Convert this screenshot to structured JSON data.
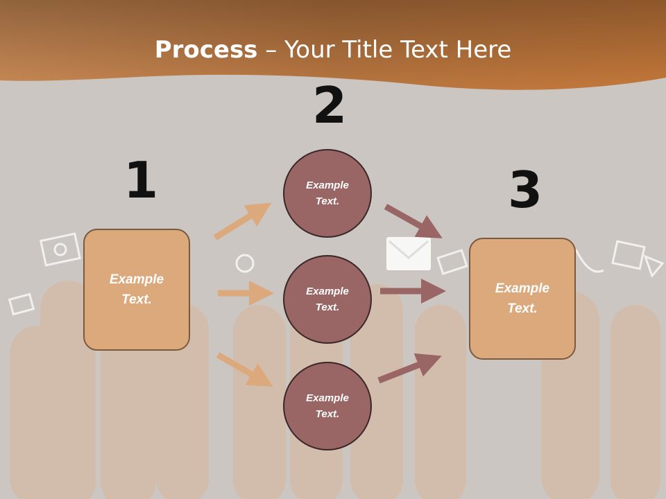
{
  "title": {
    "bold": "Process",
    "rest": " – Your Title Text Here"
  },
  "steps": [
    {
      "number": "1",
      "text": "Example\nText."
    },
    {
      "number": "2",
      "text": ""
    },
    {
      "number": "3",
      "text": "Example\nText."
    }
  ],
  "circles": [
    {
      "text": "Example\nText."
    },
    {
      "text": "Example\nText."
    },
    {
      "text": "Example\nText."
    }
  ],
  "colors": {
    "header": "#b9713a",
    "box": "#dca97c",
    "circle": "#9a6565",
    "arrow_in": "#dca97c",
    "arrow_out": "#9a6565",
    "background": "#c9c4bf"
  }
}
